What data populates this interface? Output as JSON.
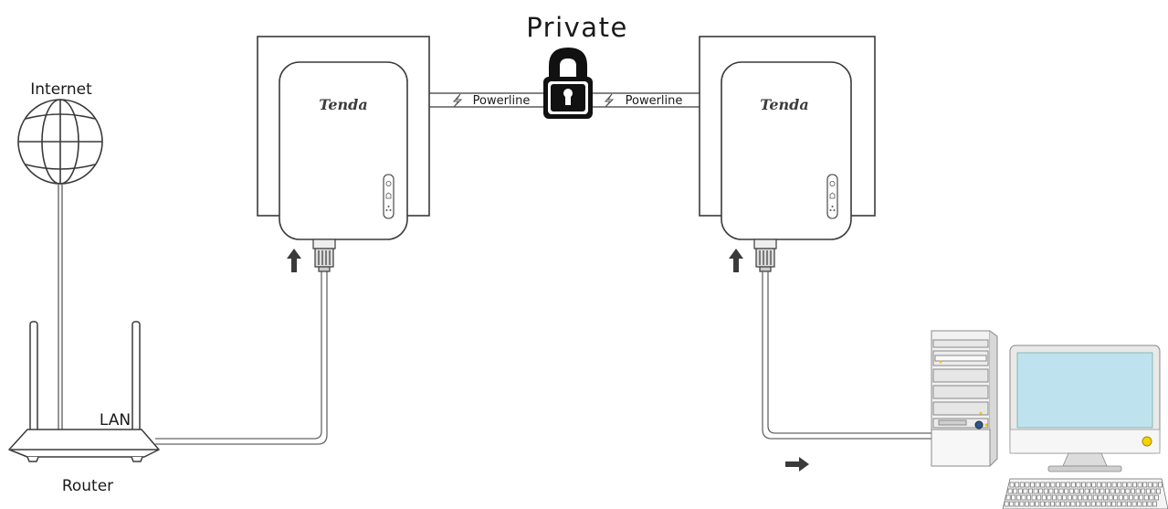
{
  "title": "Private",
  "labels": {
    "internet": "Internet",
    "router": "Router",
    "lan": "LAN",
    "powerline_left": "Powerline",
    "powerline_right": "Powerline"
  },
  "adapters": [
    {
      "brand": "Tenda"
    },
    {
      "brand": "Tenda"
    }
  ],
  "icons": {
    "globe": "globe-icon",
    "lock": "lock-icon",
    "bolt": "lightning-icon",
    "arrow": "arrow-icon"
  },
  "colors": {
    "line": "#3a3a3a",
    "cable": "#666666",
    "monitor_screen": "#bfe3ee",
    "power_led": "#f4d400",
    "lock_body": "#111111"
  }
}
